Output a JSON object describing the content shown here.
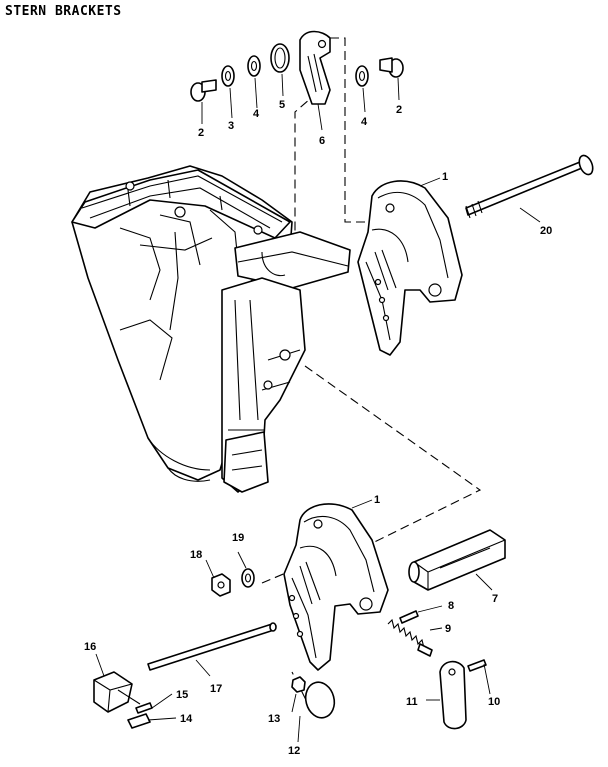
{
  "title": "STERN BRACKETS",
  "callouts": {
    "p1_upper": "1",
    "p1_lower": "1",
    "p2_left": "2",
    "p2_right": "2",
    "p3": "3",
    "p4_left": "4",
    "p4_right": "4",
    "p5": "5",
    "p6": "6",
    "p7": "7",
    "p8": "8",
    "p9": "9",
    "p10": "10",
    "p11": "11",
    "p12": "12",
    "p13": "13",
    "p14": "14",
    "p15": "15",
    "p16": "16",
    "p17": "17",
    "p18": "18",
    "p19": "19",
    "p20": "20"
  }
}
